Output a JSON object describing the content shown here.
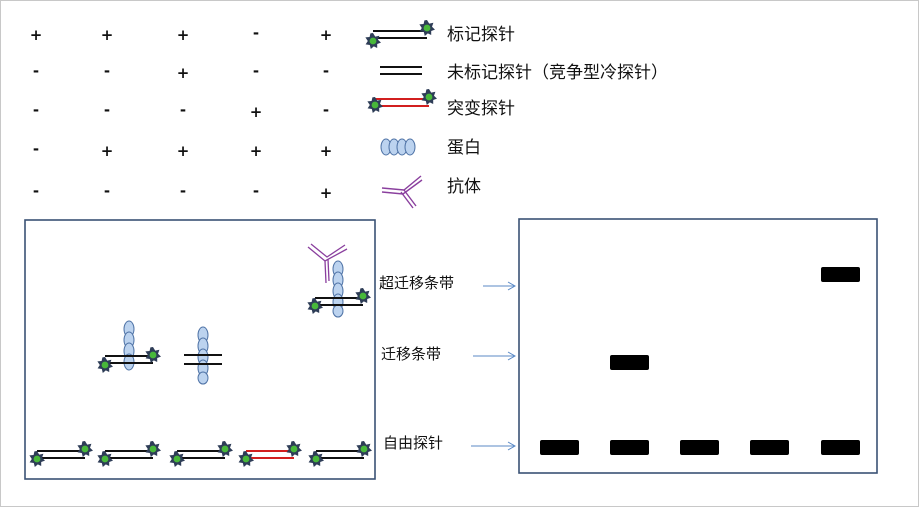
{
  "matrix": {
    "rows": [
      [
        "+",
        "+",
        "+",
        "-",
        "+"
      ],
      [
        "-",
        "-",
        "+",
        "-",
        "-"
      ],
      [
        "-",
        "-",
        "-",
        "+",
        "-"
      ],
      [
        "-",
        "+",
        "+",
        "+",
        "+"
      ],
      [
        "-",
        "-",
        "-",
        "-",
        "+"
      ]
    ]
  },
  "legend": {
    "labeled_probe": "标记探针",
    "unlabeled_probe": "未标记探针（竞争型冷探针）",
    "mutant_probe": "突变探针",
    "protein": "蛋白",
    "antibody": "抗体"
  },
  "bands": {
    "supershift": "超迁移条带",
    "shift": "迁移条带",
    "free_probe": "自由探针"
  },
  "gel": {
    "lanes": [
      {
        "free": true,
        "shift": false,
        "supershift": false
      },
      {
        "free": true,
        "shift": true,
        "supershift": false
      },
      {
        "free": true,
        "shift": false,
        "supershift": false
      },
      {
        "free": true,
        "shift": false,
        "supershift": false
      },
      {
        "free": true,
        "shift": false,
        "supershift": true
      }
    ]
  },
  "colors": {
    "box_border": "#3a5174",
    "arrow": "#5b8ac6",
    "probe_line": "#111111",
    "mutant_line": "#d21f1f",
    "label_star": "#2e3d57",
    "label_core": "#48b83a",
    "protein_fill": "#bcd3ef",
    "protein_stroke": "#4f73a6",
    "antibody": "#8a3f9e",
    "band": "#000000"
  }
}
